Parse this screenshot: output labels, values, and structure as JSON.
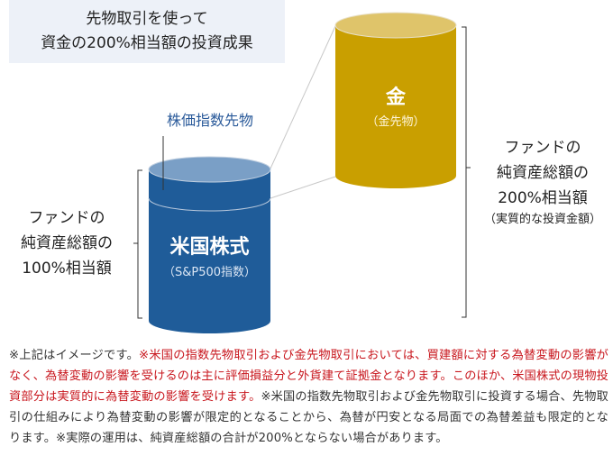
{
  "title": {
    "line1": "先物取引を使って",
    "line2": "資金の200%相当額の投資成果"
  },
  "colors": {
    "title_bg": "#edf1f8",
    "blue_body": "#1f5c99",
    "blue_top": "#7a9fc6",
    "gold_body": "#c99f00",
    "gold_top": "#dfc46a",
    "futures_label": "#2a5a9a",
    "warning_red": "#c8161d"
  },
  "futures_label": "株価指数先物",
  "gold_cylinder": {
    "label": "金",
    "sublabel": "（金先物）"
  },
  "blue_cylinder": {
    "label": "米国株式",
    "sublabel": "（S&P500指数）"
  },
  "left_annotation": {
    "line1": "ファンドの",
    "line2": "純資産総額の",
    "line3": "100%相当額"
  },
  "right_annotation": {
    "line1": "ファンドの",
    "line2": "純資産総額の",
    "line3": "200%相当額",
    "line4": "（実質的な投資金額）"
  },
  "note": {
    "part1": "※上記はイメージです。",
    "part2_red": "※米国の指数先物取引および金先物取引においては、買建額に対する為替変動の影響がなく、為替変動の影響を受けるのは主に評価損益分と外貨建て証拠金となります。このほか、米国株式の現物投資部分は実質的に為替変動の影響を受けます。",
    "part3": "※米国の指数先物取引および金先物取引に投資する場合、先物取引の仕組みにより為替変動の影響が限定的となることから、為替が円安となる局面での為替差益も限定的となります。※実際の運用は、純資産総額の合計が200%とならない場合があります。"
  }
}
